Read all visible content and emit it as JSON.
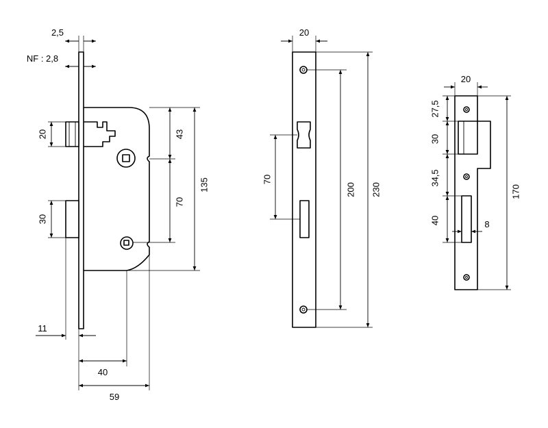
{
  "lock_body": {
    "plate_thickness": "2,5",
    "nf_thickness": "NF : 2,8",
    "latch_height": "20",
    "deadbolt_height": "30",
    "spindle_offset": "43",
    "spindle_to_key": "70",
    "case_height": "135",
    "bolt_projection": "11",
    "backset": "40",
    "case_depth": "59"
  },
  "faceplate": {
    "width": "20",
    "latch_to_bolt": "70",
    "screw_spacing": "200",
    "length": "230"
  },
  "strike_plate": {
    "width": "20",
    "top_offset": "27,5",
    "latch_opening": "30",
    "gap": "34,5",
    "bolt_opening": "40",
    "bolt_width": "8",
    "length": "170"
  }
}
